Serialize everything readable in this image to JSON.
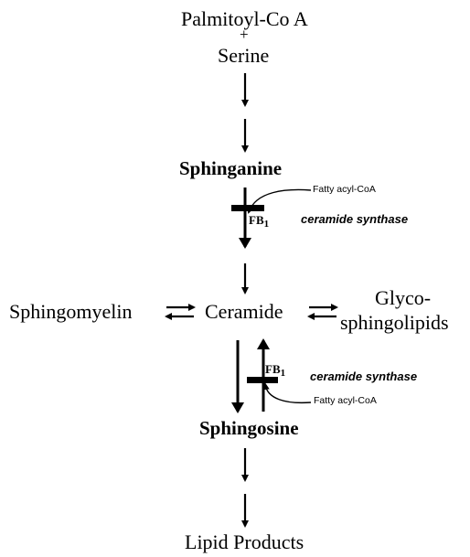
{
  "diagram": {
    "nodes": {
      "palmitoyl": "Palmitoyl-Co A",
      "plus": "+",
      "serine": "Serine",
      "sphinganine": "Sphinganine",
      "ceramide": "Ceramide",
      "sphingomyelin": "Sphingomyelin",
      "glyco_line1": "Glyco-",
      "glyco_line2": "sphingolipids",
      "sphingosine": "Sphingosine",
      "lipid_products": "Lipid Products"
    },
    "upper_step": {
      "cofactor": "Fatty acyl-CoA",
      "inhibitor": "FB",
      "inhibitor_sub": "1",
      "enzyme": "ceramide synthase"
    },
    "lower_step": {
      "cofactor": "Fatty acyl-CoA",
      "inhibitor": "FB",
      "inhibitor_sub": "1",
      "enzyme": "ceramide synthase"
    }
  }
}
